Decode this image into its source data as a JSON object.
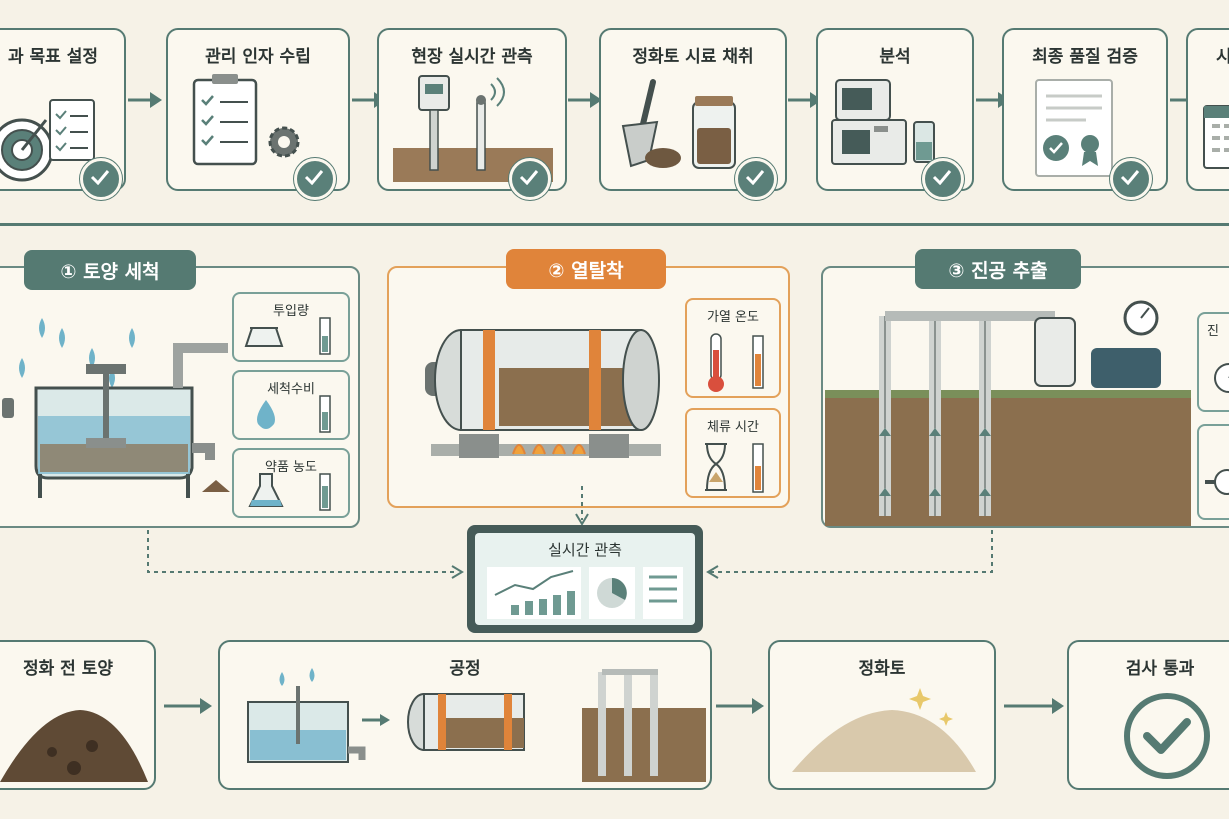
{
  "top_steps": [
    {
      "label": "과 목표 설정",
      "icon": "target-checklist-icon"
    },
    {
      "label": "관리 인자 수립",
      "icon": "clipboard-gear-icon"
    },
    {
      "label": "현장 실시간 관측",
      "icon": "field-sensor-icon"
    },
    {
      "label": "정화토 시료 채취",
      "icon": "trowel-sample-jar-icon"
    },
    {
      "label": "분석",
      "icon": "lab-analyzer-icon"
    },
    {
      "label": "최종 품질 검증",
      "icon": "certificate-icon"
    },
    {
      "label": "시",
      "icon": "calendar-icon"
    }
  ],
  "sections": {
    "washing": {
      "title": "① 토양 세척",
      "params": [
        "투입량",
        "세척수비",
        "약품 농도"
      ]
    },
    "desorption": {
      "title": "② 열탈착",
      "params": [
        "가열 온도",
        "체류 시간"
      ]
    },
    "extraction": {
      "title": "③ 진공 추출",
      "params": [
        "진",
        ""
      ]
    }
  },
  "monitor": {
    "title": "실시간 관측"
  },
  "bottom_flow": [
    {
      "label": "정화 전 토양"
    },
    {
      "label": "공정"
    },
    {
      "label": "정화토"
    },
    {
      "label": "검사 통과"
    }
  ],
  "colors": {
    "teal": "#557a72",
    "orange": "#e0843a",
    "background": "#f6f2e7"
  }
}
